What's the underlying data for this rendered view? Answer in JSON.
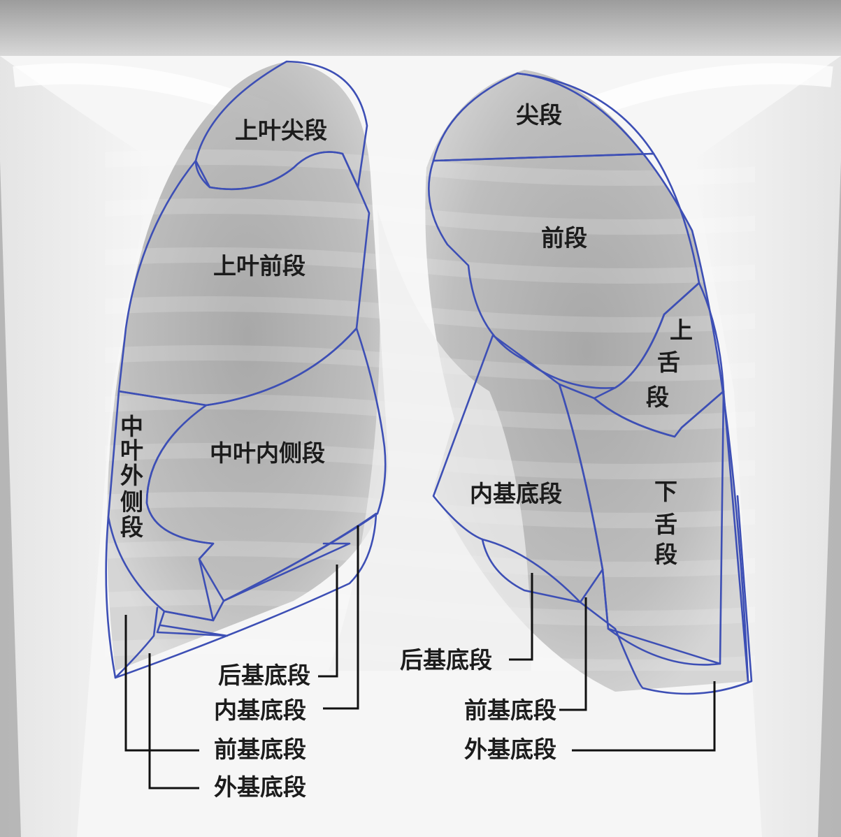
{
  "colors": {
    "outline": "#3d4fb5",
    "label": "#1c1c1c",
    "leader": "#111111",
    "film_light": "#f4f4f4",
    "film_dark": "#8f8f8f"
  },
  "right_lung": {
    "apical": "上叶尖段",
    "anterior": "上叶前段",
    "middle_medial": "中叶内侧段",
    "middle_lateral": [
      "中",
      "叶",
      "外",
      "侧",
      "段"
    ]
  },
  "left_lung": {
    "apical": "尖段",
    "anterior": "前段",
    "superior_lingular": [
      "上",
      "舌",
      "段"
    ],
    "inferior_lingular": [
      "下",
      "舌",
      "段"
    ],
    "medial_basal": "内基底段"
  },
  "basal_labels_right": {
    "posterior": "后基底段",
    "medial": "内基底段",
    "anterior": "前基底段",
    "lateral": "外基底段"
  },
  "basal_labels_left": {
    "posterior": "后基底段",
    "anterior": "前基底段",
    "lateral": "外基底段"
  }
}
